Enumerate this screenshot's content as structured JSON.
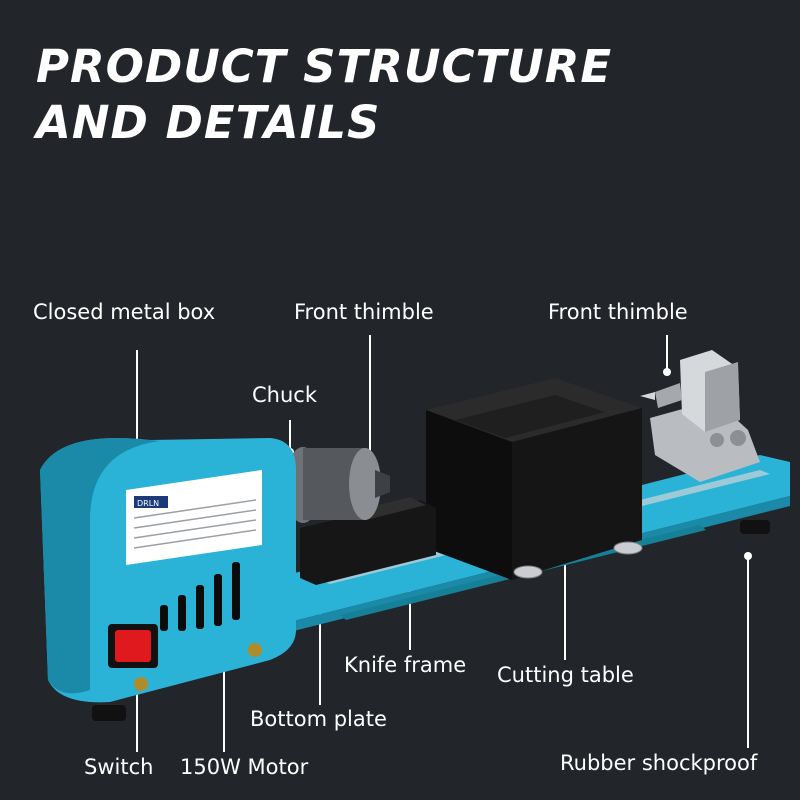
{
  "title": {
    "line1": "PRODUCT STRUCTURE",
    "line2": "AND DETAILS"
  },
  "callouts": {
    "closed_metal_box": "Closed metal box",
    "front_thimble_left": "Front thimble",
    "front_thimble_right": "Front thimble",
    "chuck": "Chuck",
    "knife_frame": "Knife frame",
    "cutting_table": "Cutting table",
    "bottom_plate": "Bottom plate",
    "switch": "Switch",
    "motor": "150W Motor",
    "rubber_shockproof": "Rubber shockproof"
  },
  "nameplate": {
    "brand": "DRLN"
  },
  "colors": {
    "background": "#22252a",
    "lathe_body": "#2ab3d6",
    "lathe_shadow": "#1a8aa8",
    "switch_red": "#e0191e",
    "black_parts": "#151515",
    "steel": "#b9bcc0"
  }
}
